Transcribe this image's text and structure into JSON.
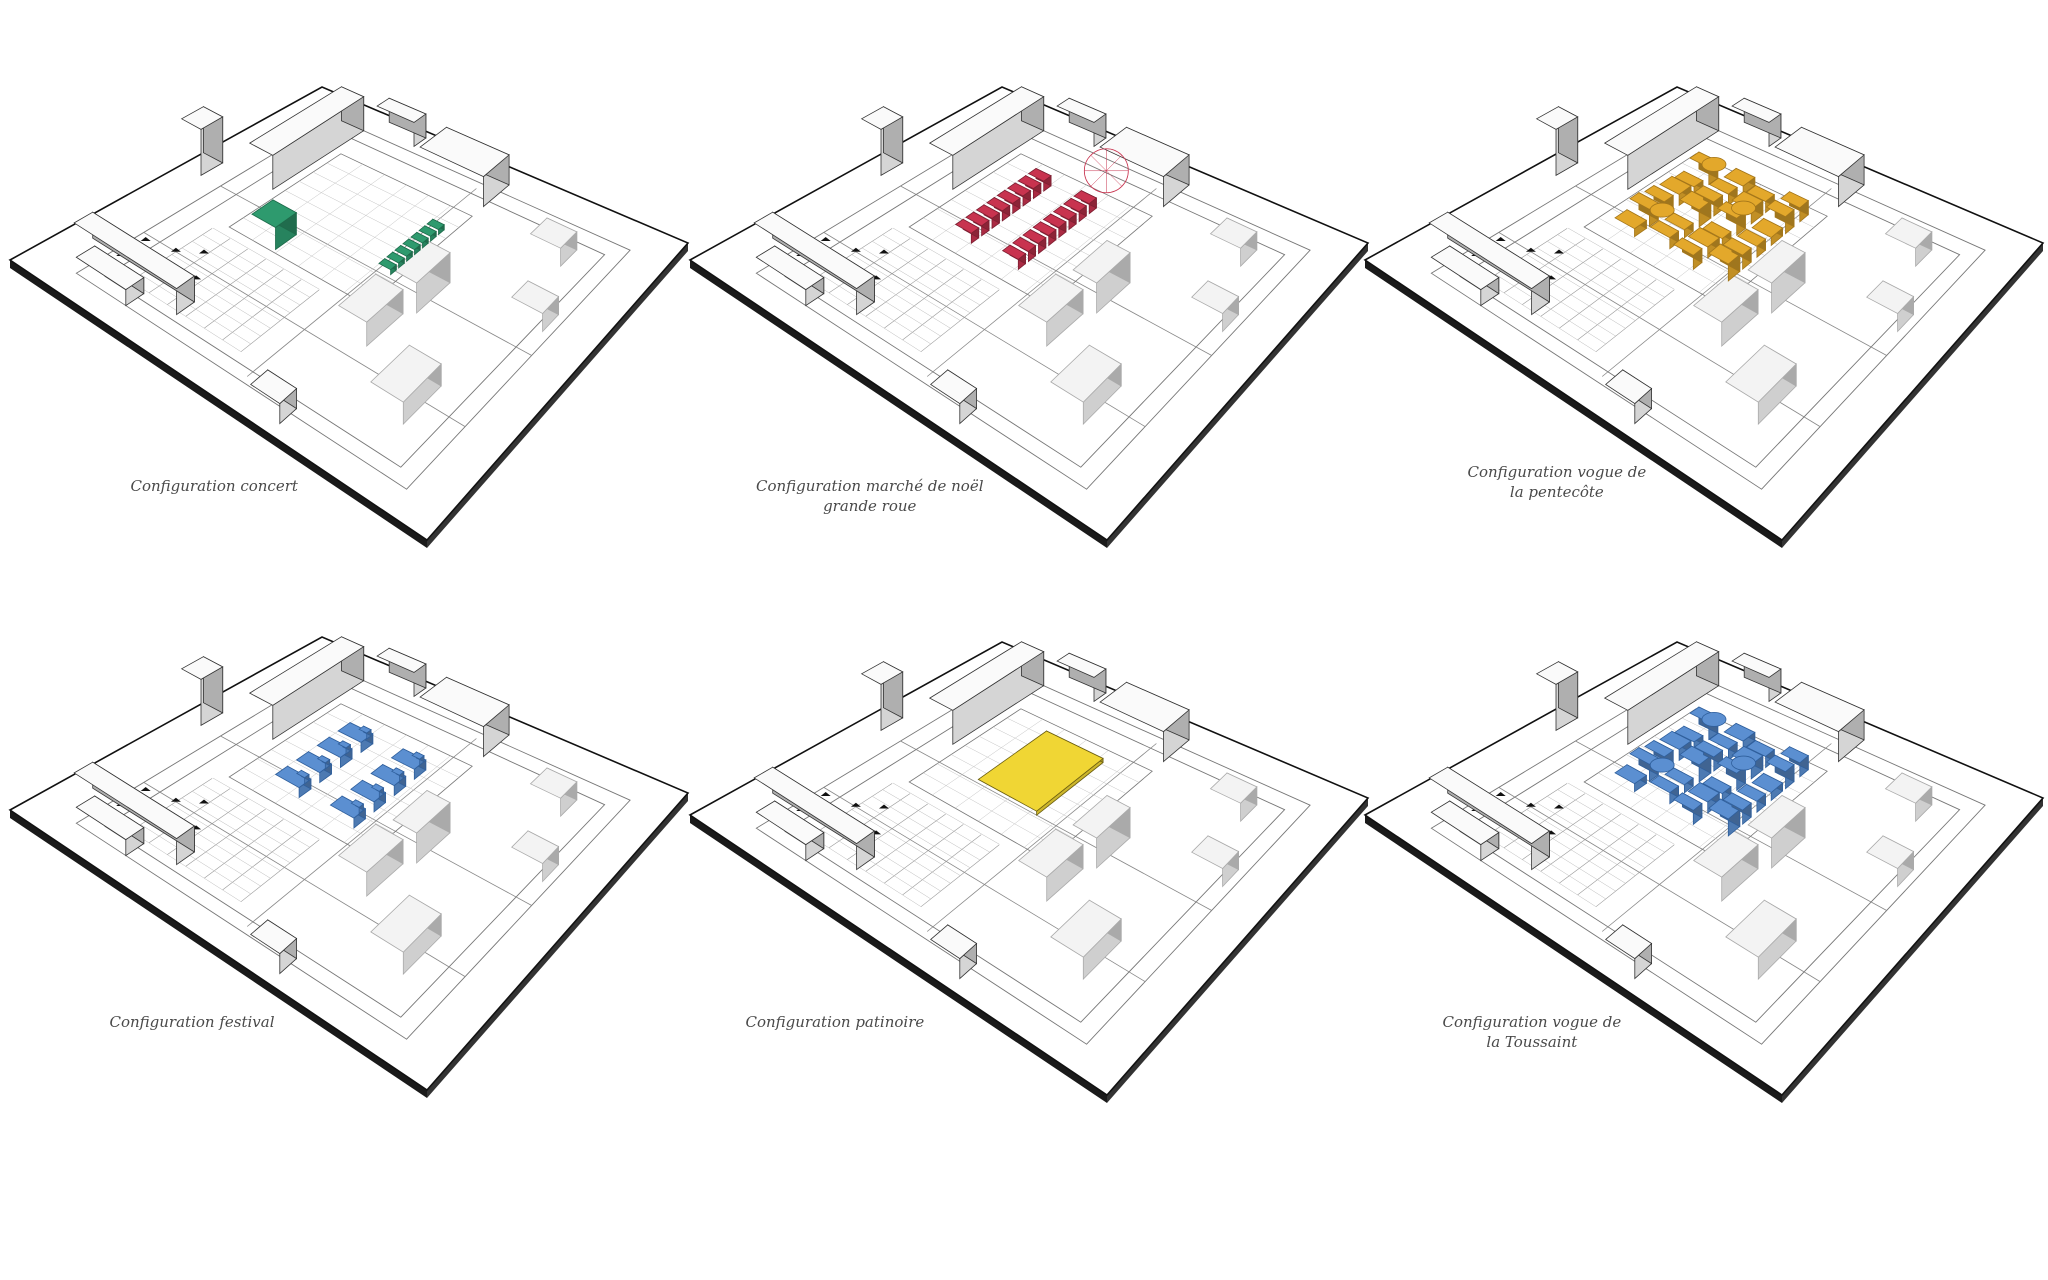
{
  "panels": [
    {
      "id": "concert",
      "caption_lines": [
        "Configuration concert"
      ],
      "accent": "#2e9a6e",
      "event": "concert"
    },
    {
      "id": "marche-noel",
      "caption_lines": [
        "Configuration marché de noël",
        "grande roue"
      ],
      "accent": "#c8334f",
      "event": "market"
    },
    {
      "id": "vogue-pentecote",
      "caption_lines": [
        "Configuration vogue de",
        "la pentecôte"
      ],
      "accent": "#e3a82b",
      "event": "fair"
    },
    {
      "id": "festival",
      "caption_lines": [
        "Configuration festival"
      ],
      "accent": "#5b8fd1",
      "event": "festival"
    },
    {
      "id": "patinoire",
      "caption_lines": [
        "Configuration patinoire"
      ],
      "accent": "#f0d634",
      "event": "rink"
    },
    {
      "id": "vogue-toussaint",
      "caption_lines": [
        "Configuration vogue de",
        "la Toussaint"
      ],
      "accent": "#5b8fd1",
      "event": "fair2"
    }
  ],
  "colors": {
    "line": "#333333",
    "base_edge": "#111111",
    "ground": "#ffffff",
    "building_fill": "#fafafa",
    "caption": "#4a4a4a"
  }
}
